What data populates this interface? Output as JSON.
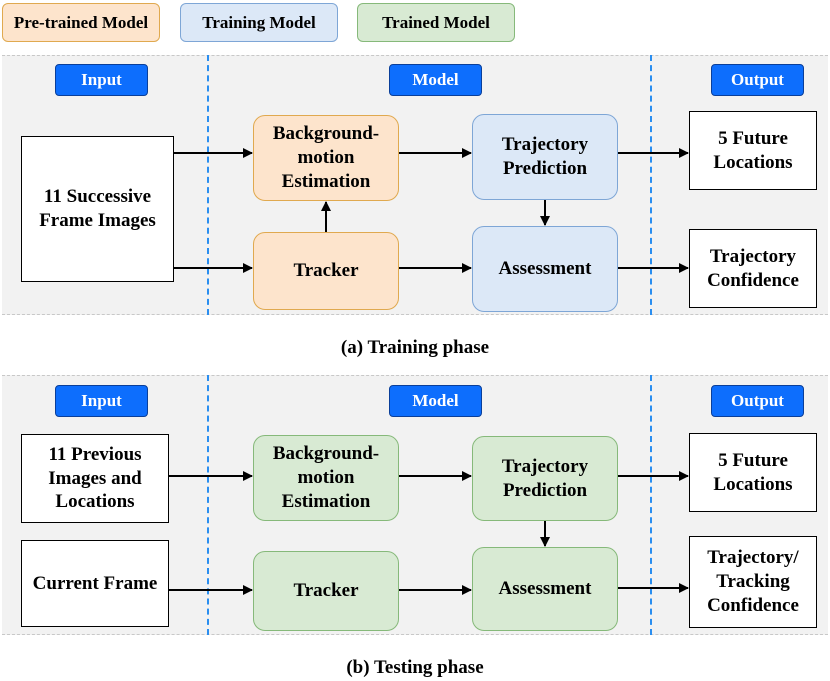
{
  "legend": {
    "pretrained": "Pre-trained Model",
    "training": "Training Model",
    "trained": "Trained Model"
  },
  "colors": {
    "pretrained_fill": "#fde4cc",
    "training_fill": "#dce8f7",
    "trained_fill": "#d8ead3",
    "tag_fill": "#0d6efd",
    "divider": "#2a8ef0"
  },
  "section_labels": {
    "input": "Input",
    "model": "Model",
    "output": "Output"
  },
  "training_phase": {
    "caption": "(a) Training phase",
    "input": "11 Successive\nFrame Images",
    "bg_motion": "Background-\nmotion\nEstimation",
    "tracker": "Tracker",
    "trajectory": "Trajectory\nPrediction",
    "assessment": "Assessment",
    "out_locations": "5 Future\nLocations",
    "out_confidence": "Trajectory\nConfidence"
  },
  "testing_phase": {
    "caption": "(b) Testing phase",
    "input_prev": "11 Previous\nImages and\nLocations",
    "input_current": "Current Frame",
    "bg_motion": "Background-\nmotion\nEstimation",
    "tracker": "Tracker",
    "trajectory": "Trajectory\nPrediction",
    "assessment": "Assessment",
    "out_locations": "5 Future\nLocations",
    "out_confidence": "Trajectory/\nTracking\nConfidence"
  }
}
